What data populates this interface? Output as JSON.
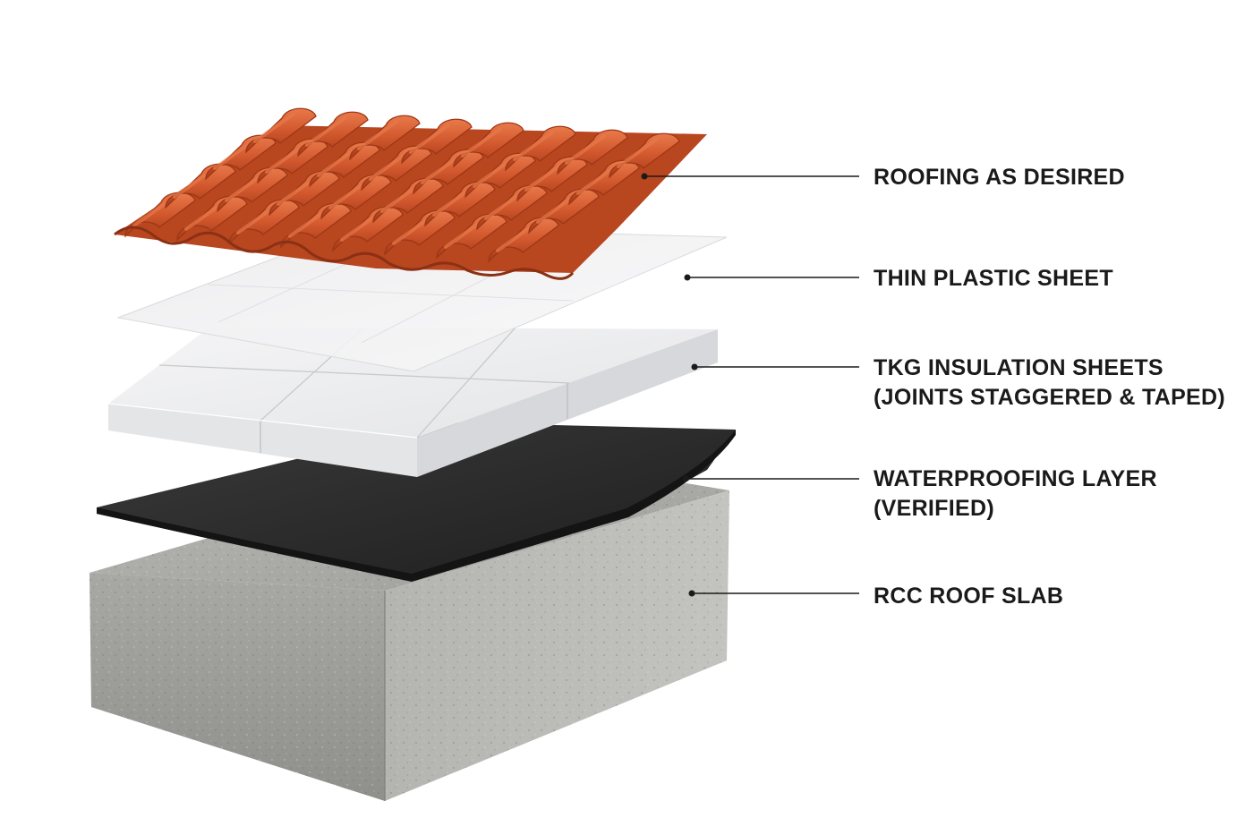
{
  "layers": [
    {
      "id": "roofing",
      "lines": [
        "ROOFING AS DESIRED"
      ]
    },
    {
      "id": "plastic",
      "lines": [
        "THIN PLASTIC SHEET"
      ]
    },
    {
      "id": "insulation",
      "lines": [
        "TKG INSULATION SHEETS",
        "(JOINTS STAGGERED & TAPED)"
      ]
    },
    {
      "id": "waterproofing",
      "lines": [
        "WATERPROOFING LAYER",
        "(VERIFIED)"
      ]
    },
    {
      "id": "slab",
      "lines": [
        "RCC ROOF SLAB"
      ]
    }
  ],
  "colors": {
    "tile": "#d2582e",
    "tile_dark": "#9e3716",
    "tile_light": "#e8794a",
    "plastic": "#f1f2f3",
    "insulation": "#ebecee",
    "membrane": "#2a2a2a",
    "concrete": "#a9a9a5",
    "label": "#1a1a1a"
  }
}
